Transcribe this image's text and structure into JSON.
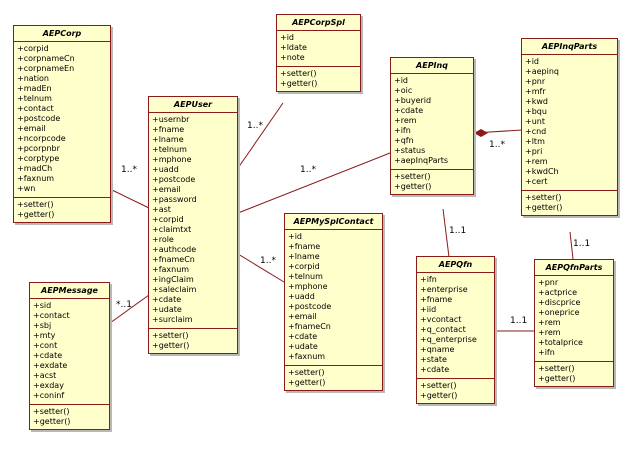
{
  "classes": {
    "aepcorp": {
      "name": "AEPCorp",
      "attributes": [
        "+corpid",
        "+corpnameCn",
        "+corpnameEn",
        "+nation",
        "+madEn",
        "+telnum",
        "+contact",
        "+postcode",
        "+email",
        "+ncorpcode",
        "+pcorpnbr",
        "+corptype",
        "+madCh",
        "+faxnum",
        "+wn"
      ],
      "operations": [
        "+setter()",
        "+getter()"
      ]
    },
    "aepcorpspl": {
      "name": "AEPCorpSpl",
      "attributes": [
        "+id",
        "+ldate",
        "+note"
      ],
      "operations": [
        "+setter()",
        "+getter()"
      ]
    },
    "aepuser": {
      "name": "AEPUser",
      "attributes": [
        "+usernbr",
        "+fname",
        "+lname",
        "+telnum",
        "+mphone",
        "+uadd",
        "+postcode",
        "+email",
        "+password",
        "+ast",
        "+corpid",
        "+claimtxt",
        "+role",
        "+authcode",
        "+fnameCn",
        "+faxnum",
        "+ingClaim",
        "+saleclaim",
        "+cdate",
        "+udate",
        "+surclaim"
      ],
      "operations": [
        "+setter()",
        "+getter()"
      ]
    },
    "aepinq": {
      "name": "AEPInq",
      "attributes": [
        "+id",
        "+oic",
        "+buyerid",
        "+cdate",
        "+rem",
        "+ifn",
        "+qfn",
        "+status",
        "+aepInqParts"
      ],
      "operations": [
        "+setter()",
        "+getter()"
      ]
    },
    "aepinqparts": {
      "name": "AEPInqParts",
      "attributes": [
        "+id",
        "+aepinq",
        "+pnr",
        "+mfr",
        "+kwd",
        "+bqu",
        "+unt",
        "+cnd",
        "+ltm",
        "+pri",
        "+rem",
        "+kwdCh",
        "+cert"
      ],
      "operations": [
        "+setter()",
        "+getter()"
      ]
    },
    "aepmysplcontact": {
      "name": "AEPMySplContact",
      "attributes": [
        "+id",
        "+fname",
        "+lname",
        "+corpid",
        "+telnum",
        "+mphone",
        "+uadd",
        "+postcode",
        "+email",
        "+fnameCn",
        "+cdate",
        "+udate",
        "+faxnum"
      ],
      "operations": [
        "+setter()",
        "+getter()"
      ]
    },
    "aepmessage": {
      "name": "AEPMessage",
      "attributes": [
        "+sid",
        "+contact",
        "+sbj",
        "+mty",
        "+cont",
        "+cdate",
        "+exdate",
        "+acst",
        "+exday",
        "+coninf"
      ],
      "operations": [
        "+setter()",
        "+getter()"
      ]
    },
    "aepqfn": {
      "name": "AEPQfn",
      "attributes": [
        "+ifn",
        "+enterprise",
        "+fname",
        "+iid",
        "+vcontact",
        "+q_contact",
        "+q_enterprise",
        "+qname",
        "+state",
        "+cdate"
      ],
      "operations": [
        "+setter()",
        "+getter()"
      ]
    },
    "aepqfnparts": {
      "name": "AEPQfnParts",
      "attributes": [
        "+pnr",
        "+actprice",
        "+discprice",
        "+oneprice",
        "+rem",
        "+rem",
        "+totalprice",
        "+ifn"
      ],
      "operations": [
        "+setter()",
        "+getter()"
      ]
    }
  },
  "multiplicities": {
    "corp_user": "1..*",
    "corpspl_user": "1..*",
    "inq_user": "1..*",
    "inq_inqparts": "1..*",
    "user_mysplcontact": "1..*",
    "message_user": "*..1",
    "inq_qfn": "1..1",
    "inqparts_qfnparts": "1..1",
    "qfn_qfnparts": "1..1"
  },
  "colors": {
    "class_fill": "#ffffcc",
    "class_border": "#8b1a1a",
    "link": "#8b1a1a",
    "shadow": "#b8b8b8"
  }
}
